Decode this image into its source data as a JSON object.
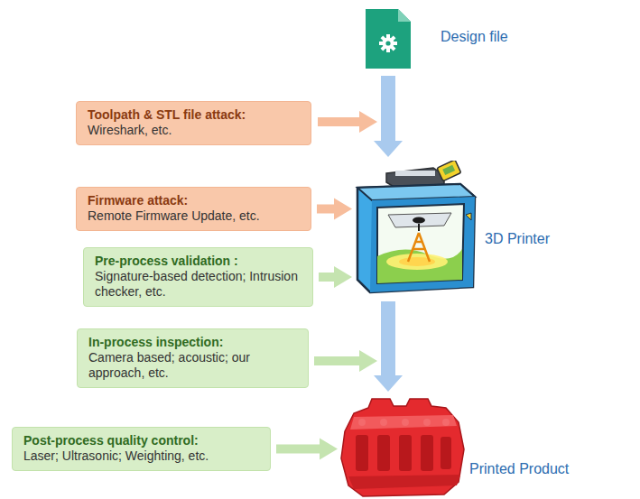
{
  "diagram": {
    "nodes": [
      {
        "text": [
          "Design file"
        ]
      },
      {
        "text": [
          "Toolpath & STL file attack:",
          "Wireshark, etc."
        ]
      },
      {
        "text": [
          "Firmware attack:",
          "Remote Firmware Update, etc."
        ]
      },
      {
        "text": [
          "3D Printer"
        ]
      },
      {
        "text": [
          "Pre-process validation :",
          "Signature-based detection; Intrusion checker, etc."
        ]
      },
      {
        "text": [
          "In-process inspection:",
          "Camera based; acoustic; our approach, etc."
        ]
      },
      {
        "text": [
          "Post-process quality control:",
          "Laser; Ultrasonic; Weighting, etc."
        ]
      },
      {
        "text": [
          "Printed Product"
        ]
      }
    ],
    "edges": [
      {
        "from": 0,
        "to": 3,
        "arrow": "to"
      },
      {
        "from": 2,
        "to": 3,
        "arrow": "to"
      },
      {
        "from": 4,
        "to": 3,
        "arrow": "to"
      },
      {
        "from": 3,
        "to": 7,
        "arrow": "to"
      },
      {
        "from": 6,
        "to": 7,
        "arrow": "to"
      }
    ]
  }
}
